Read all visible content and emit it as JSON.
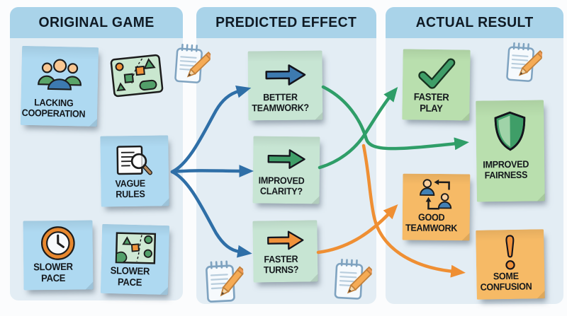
{
  "panels": [
    {
      "title": "ORIGINAL GAME"
    },
    {
      "title": "PREDICTED EFFECT"
    },
    {
      "title": "ACTUAL RESULT"
    }
  ],
  "notes": {
    "lacking_cooperation": {
      "line1": "LACKING",
      "line2": "COOPERATION",
      "icon": "people-group-icon"
    },
    "vague_rules": {
      "line1": "VAGUE",
      "line2": "RULES",
      "icon": "document-magnifier-icon"
    },
    "slower_pace_clock": {
      "line1": "SLOWER",
      "line2": "PACE",
      "icon": "clock-icon"
    },
    "slower_pace_map": {
      "line1": "SLOWER",
      "line2": "PACE",
      "icon": "map-icon"
    },
    "better_teamwork": {
      "line1": "BETTER",
      "line2": "TEAMWORK?",
      "icon": "blue-arrow-icon"
    },
    "improved_clarity": {
      "line1": "IMPROVED",
      "line2": "CLARITY?",
      "icon": "green-arrow-icon"
    },
    "faster_turns": {
      "line1": "FASTER",
      "line2": "TURNS?",
      "icon": "orange-arrow-icon"
    },
    "faster_play": {
      "line1": "FASTER",
      "line2": "PLAY",
      "icon": "checkmark-icon"
    },
    "improved_fairness": {
      "line1": "IMPROVED",
      "line2": "FAIRNESS",
      "icon": "shield-icon"
    },
    "good_teamwork": {
      "line1": "GOOD",
      "line2": "TEAMWORK",
      "icon": "people-exchange-icon"
    },
    "some_confusion": {
      "line1": "SOME",
      "line2": "CONFUSION",
      "icon": "exclamation-icon"
    }
  },
  "decorations": {
    "game_board": "game-board-icon",
    "notepads": "notepad-pencil-icon"
  },
  "connections": [
    {
      "from": "vague_rules",
      "to": "better_teamwork",
      "color": "blue"
    },
    {
      "from": "vague_rules",
      "to": "improved_clarity",
      "color": "blue"
    },
    {
      "from": "vague_rules",
      "to": "faster_turns",
      "color": "blue"
    },
    {
      "from": "improved_clarity",
      "to": "faster_play",
      "color": "green"
    },
    {
      "from": "better_teamwork",
      "to": "improved_fairness",
      "color": "green"
    },
    {
      "from": "faster_turns",
      "to": "good_teamwork",
      "color": "orange"
    },
    {
      "from": "faster_turns",
      "to": "some_confusion",
      "color": "orange"
    }
  ],
  "colors": {
    "header_bg": "#a9d3e9",
    "panel_bg": "#e3edf4",
    "blue_note": "#aed9f1",
    "mint_note": "#c7e5d3",
    "green_note": "#b9dfae",
    "orange_note": "#f6ba66",
    "arrow_blue": "#2f6fa7",
    "arrow_green": "#2f9e68",
    "arrow_orange": "#ef8f33"
  }
}
